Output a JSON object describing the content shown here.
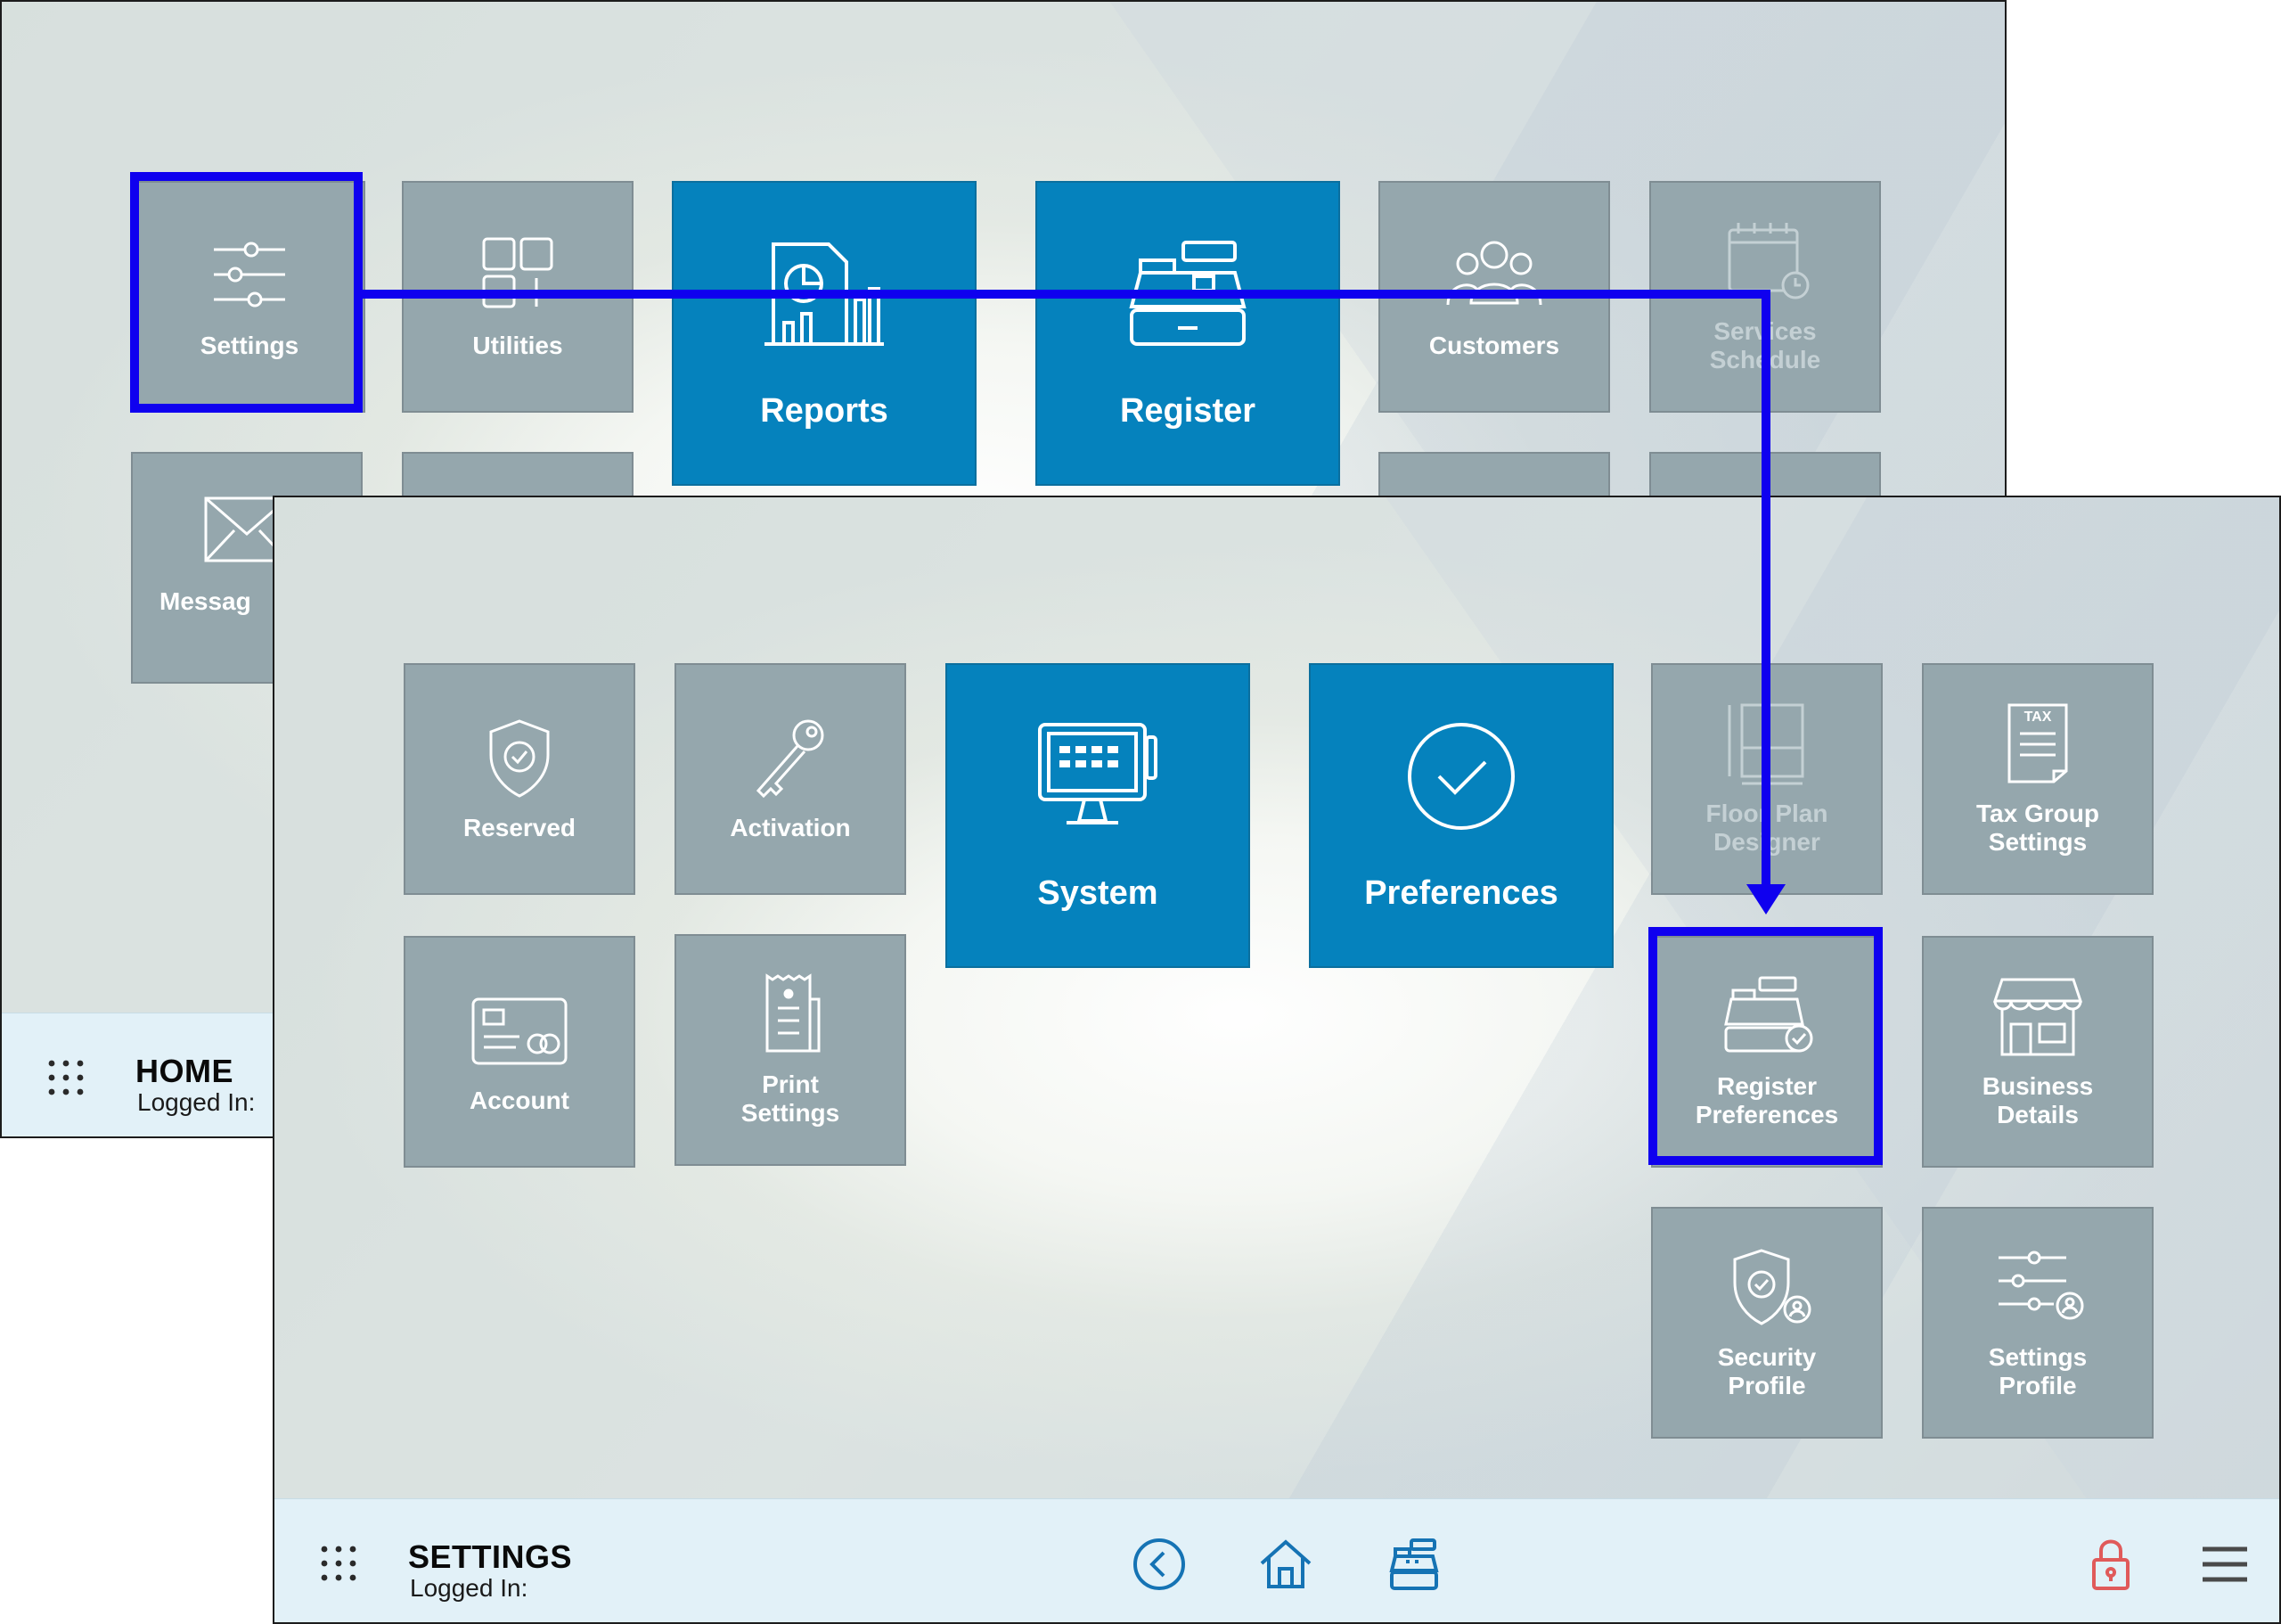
{
  "home": {
    "tiles": {
      "settings": "Settings",
      "utilities": "Utilities",
      "reports": "Reports",
      "register": "Register",
      "customers": "Customers",
      "services_schedule": "Services\nSchedule",
      "messages": "Messag"
    },
    "bar": {
      "title": "HOME",
      "logged_in": "Logged In:"
    }
  },
  "settings": {
    "tiles": {
      "reserved": "Reserved",
      "activation": "Activation",
      "system": "System",
      "preferences": "Preferences",
      "floor_plan_designer": "Floor Plan\nDesigner",
      "tax_group_settings": "Tax Group\nSettings",
      "account": "Account",
      "print_settings": "Print\nSettings",
      "register_preferences": "Register\nPreferences",
      "business_details": "Business\nDetails",
      "security_profile": "Security\nProfile",
      "settings_profile": "Settings\nProfile"
    },
    "bar": {
      "title": "SETTINGS",
      "logged_in": "Logged In:"
    }
  },
  "colors": {
    "tile_gray": "#95a7ad",
    "tile_blue": "#0582bd",
    "highlight_blue": "#0f00ef",
    "bar_background": "#e2f1f8",
    "lock_icon": "#e05a5a",
    "nav_icon": "#1573b4"
  },
  "icons": {
    "grid": "grid-icon",
    "back": "back-arrow-icon",
    "home": "home-icon",
    "register": "cash-register-icon",
    "lock": "lock-icon",
    "menu": "hamburger-menu-icon"
  }
}
